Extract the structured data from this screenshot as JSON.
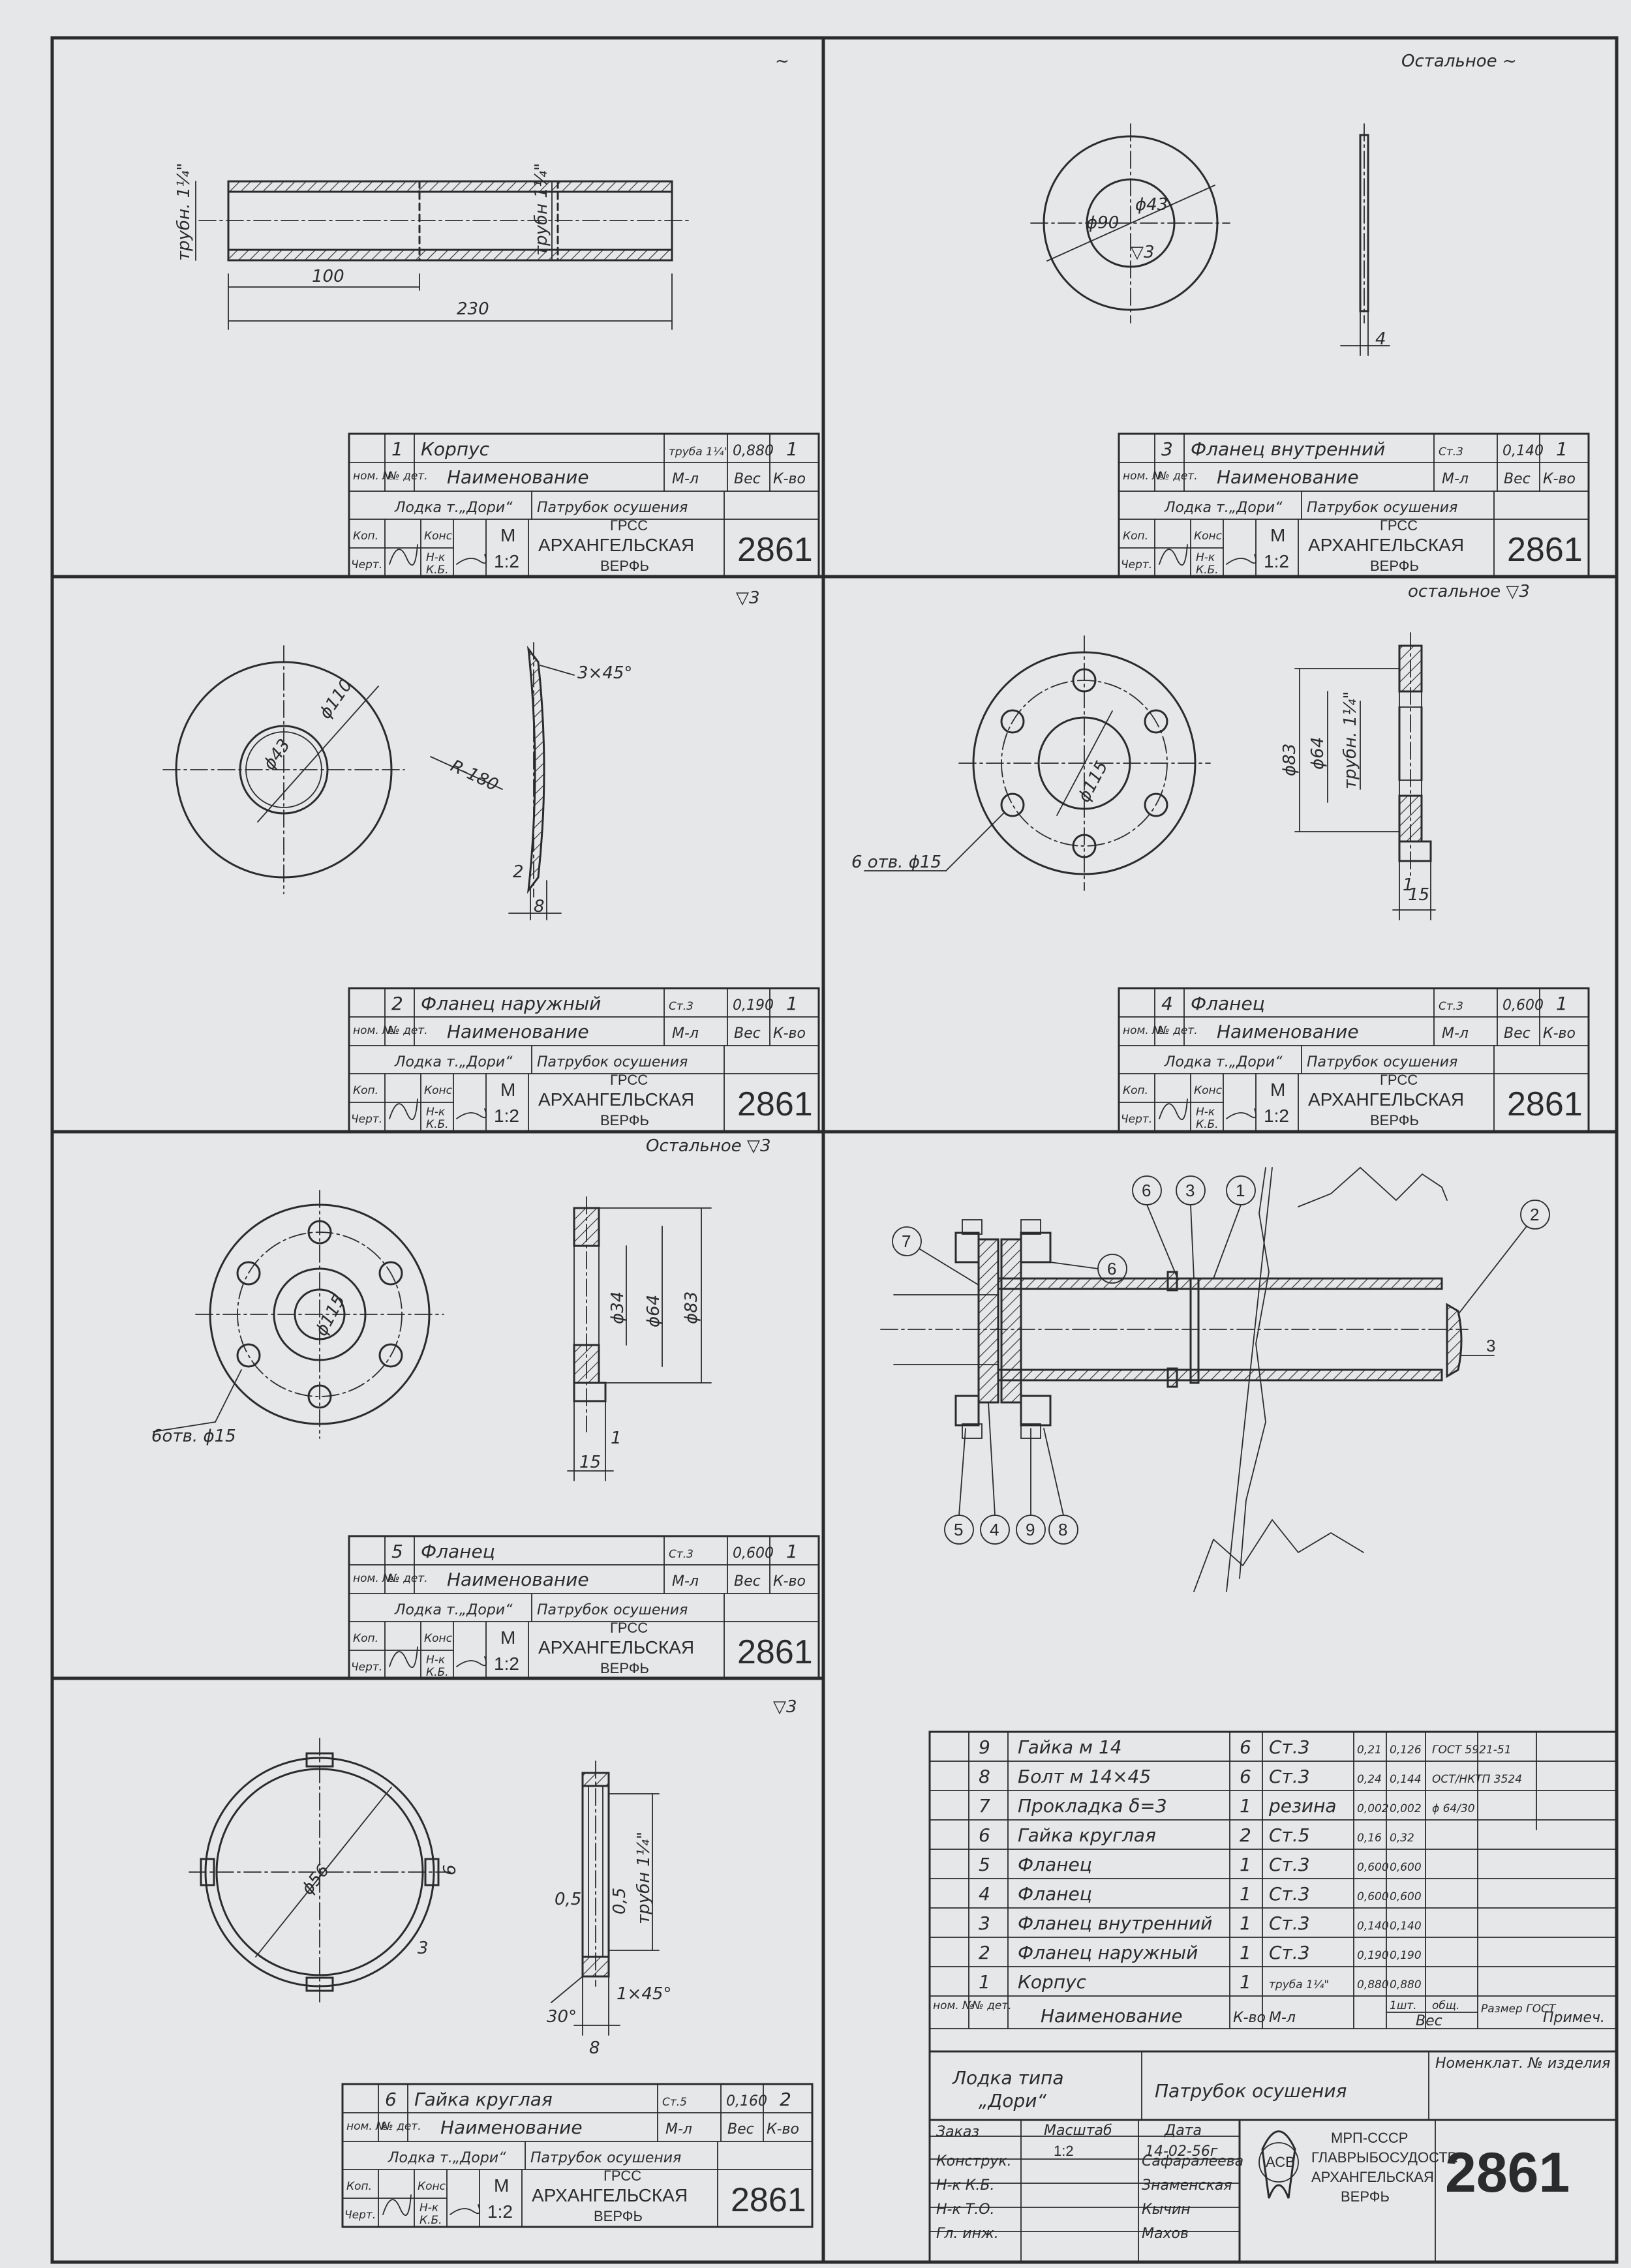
{
  "common": {
    "boat": "Лодка т.„Дори“",
    "assembly": "Патрубок осушения",
    "org_short": "ГРСС",
    "org_line1": "АРХАНГЕЛЬСКАЯ",
    "org_line2": "ВЕРФЬ",
    "scale_label": "М",
    "scale": "1:2",
    "drawing_no": "2861",
    "hdr_no": "ном. №",
    "hdr_det": "№ дет.",
    "hdr_name": "Наименование",
    "hdr_mat": "М-л",
    "hdr_weight": "Вес",
    "hdr_qty": "К-во",
    "kop": "Коп.",
    "chert": "Черт.",
    "kons": "Конс.",
    "nk": "Н-к",
    "kb": "К.Б."
  },
  "parts": [
    {
      "no": "1",
      "name": "Корпус",
      "material": "труба 1¼\"",
      "weight": "0,880",
      "qty": "1",
      "note": "~"
    },
    {
      "no": "3",
      "name": "Фланец внутренний",
      "material": "Ст.3",
      "weight": "0,140",
      "qty": "1",
      "note": "Остальное ~"
    },
    {
      "no": "2",
      "name": "Фланец наружный",
      "material": "Ст.3",
      "weight": "0,190",
      "qty": "1",
      "note": "▽3"
    },
    {
      "no": "4",
      "name": "Фланец",
      "material": "Ст.3",
      "weight": "0,600",
      "qty": "1",
      "note": "остальное ▽3"
    },
    {
      "no": "5",
      "name": "Фланец",
      "material": "Ст.3",
      "weight": "0,600",
      "qty": "1",
      "note": "Остальное ▽3"
    },
    {
      "no": "6",
      "name": "Гайка круглая",
      "material": "Ст.5",
      "weight": "0,160",
      "qty": "2",
      "note": "▽3"
    }
  ],
  "dims": {
    "p1": {
      "pipe": "трубн. 1¼\"",
      "pipe2": "трубн 1¼\"",
      "len_a": "100",
      "len_b": "230"
    },
    "p3": {
      "d_out": "ϕ90",
      "d_in": "ϕ43",
      "rough": "▽3",
      "t": "4"
    },
    "p2": {
      "d_out": "ϕ110",
      "d_in": "ϕ43",
      "chamfer": "3×45°",
      "radius": "R-180",
      "t1": "2",
      "t2": "8"
    },
    "p4": {
      "pcd": "ϕ115",
      "holes": "6 отв. ϕ15",
      "d83": "ϕ83",
      "d64": "ϕ64",
      "pipe": "трубн. 1¼\"",
      "t": "15",
      "s": "1"
    },
    "p5": {
      "pcd": "ϕ115",
      "holes": "6отв. ϕ15",
      "d34": "ϕ34",
      "d64": "ϕ64",
      "d83": "ϕ83",
      "t": "15",
      "s": "1"
    },
    "p6": {
      "d": "ϕ56",
      "slot": "6",
      "depth": "3",
      "w1": "0,5",
      "w2": "0,5",
      "pipe": "трубн 1¼\"",
      "ch": "1×45°",
      "ang": "30°",
      "t": "8"
    }
  },
  "assembly_callouts": [
    "6",
    "3",
    "1",
    "2",
    "7",
    "6",
    "3",
    "5",
    "4",
    "9",
    "8"
  ],
  "bom": {
    "rows": [
      {
        "no": "9",
        "name": "Гайка м 14",
        "qty": "6",
        "material": "Ст.3",
        "w1": "0,21",
        "wt": "0,126",
        "std": "ГОСТ 5921-51"
      },
      {
        "no": "8",
        "name": "Болт м 14×45",
        "qty": "6",
        "material": "Ст.3",
        "w1": "0,24",
        "wt": "0,144",
        "std": "ОСТ/НКТП 3524"
      },
      {
        "no": "7",
        "name": "Прокладка δ=3",
        "qty": "1",
        "material": "резина",
        "w1": "0,002",
        "wt": "0,002",
        "std": "ϕ 64/30"
      },
      {
        "no": "6",
        "name": "Гайка круглая",
        "qty": "2",
        "material": "Ст.5",
        "w1": "0,16",
        "wt": "0,32",
        "std": ""
      },
      {
        "no": "5",
        "name": "Фланец",
        "qty": "1",
        "material": "Ст.3",
        "w1": "0,600",
        "wt": "0,600",
        "std": ""
      },
      {
        "no": "4",
        "name": "Фланец",
        "qty": "1",
        "material": "Ст.3",
        "w1": "0,600",
        "wt": "0,600",
        "std": ""
      },
      {
        "no": "3",
        "name": "Фланец внутренний",
        "qty": "1",
        "material": "Ст.3",
        "w1": "0,140",
        "wt": "0,140",
        "std": ""
      },
      {
        "no": "2",
        "name": "Фланец наружный",
        "qty": "1",
        "material": "Ст.3",
        "w1": "0,190",
        "wt": "0,190",
        "std": ""
      },
      {
        "no": "1",
        "name": "Корпус",
        "qty": "1",
        "material": "труба 1¼\"",
        "w1": "0,880",
        "wt": "0,880",
        "std": ""
      }
    ],
    "hdr": {
      "nom": "ном. №",
      "det": "№ дет.",
      "name": "Наименование",
      "qty": "К-во",
      "mat": "М-л",
      "w1": "1шт.",
      "wt": "общ.",
      "weight": "Вес",
      "size": "Размер ГОСТ",
      "note": "Примеч."
    },
    "boat1": "Лодка типа",
    "boat2": "„Дори“",
    "assembly": "Патрубок осушения",
    "nomen": "Номенклат. № изделия",
    "order": "Заказ",
    "scale_label": "Масштаб",
    "scale": "1:2",
    "date_label": "Дата",
    "date": "14-02-56г",
    "roles": [
      {
        "role": "Конструк.",
        "name": "Сафаралеева"
      },
      {
        "role": "Н-к К.Б.",
        "name": "Знаменская"
      },
      {
        "role": "Н-к Т.О.",
        "name": "Кычин"
      },
      {
        "role": "Гл. инж.",
        "name": "Махов"
      }
    ],
    "org1": "МРП-СССР",
    "org2": "ГЛАВРЫБОСУДОСТР.",
    "org3": "АРХАНГЕЛЬСКАЯ",
    "org4": "ВЕРФЬ",
    "logo": "АСВ",
    "drawing_no": "2861"
  }
}
